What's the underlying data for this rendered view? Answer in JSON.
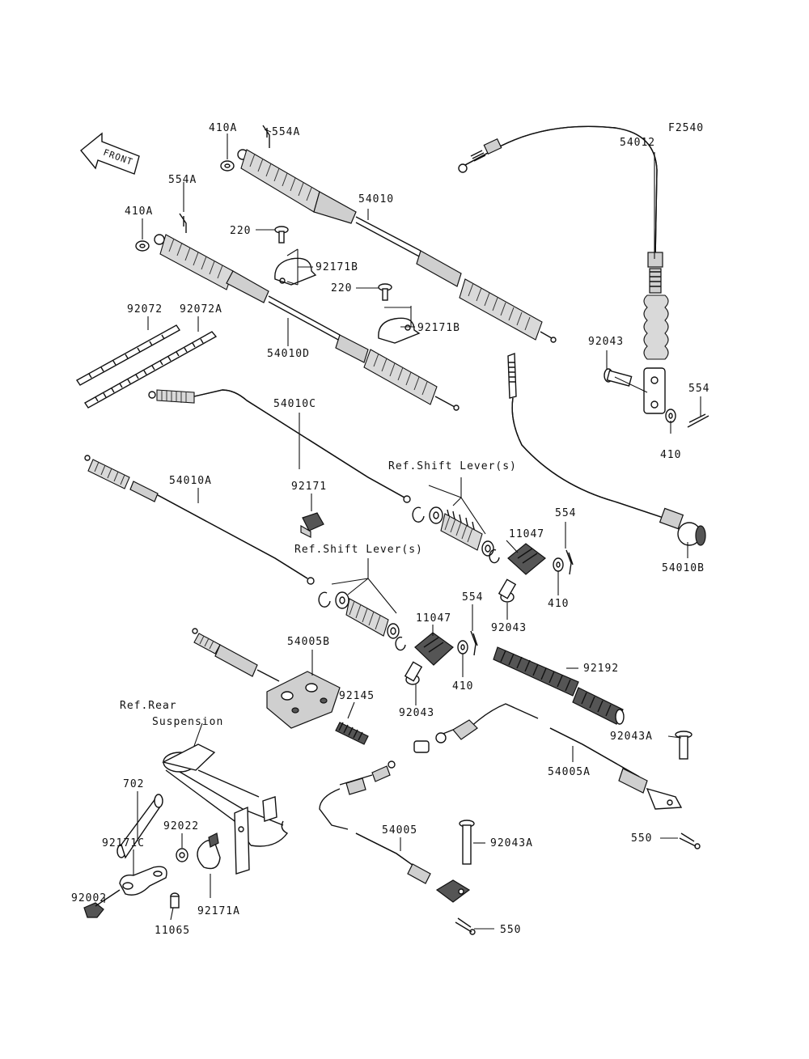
{
  "figure_code": "F2540",
  "front_label": "FRONT",
  "parts": {
    "p54012": "54012",
    "p410A_top": "410A",
    "p554A_top": "554A",
    "p554A_left": "554A",
    "p410A_left": "410A",
    "p54010": "54010",
    "p220_a": "220",
    "p92171B_a": "92171B",
    "p220_b": "220",
    "p92171B_b": "92171B",
    "p92072": "92072",
    "p92072A": "92072A",
    "p54010D": "54010D",
    "p92043_right": "92043",
    "p554_right": "554",
    "p410_right": "410",
    "p54010C": "54010C",
    "ref_shift_1": "Ref.Shift Lever(s)",
    "p54010A": "54010A",
    "p92171": "92171",
    "p554_mid": "554",
    "p11047_a": "11047",
    "ref_shift_2": "Ref.Shift Lever(s)",
    "p410_mid": "410",
    "p54010B": "54010B",
    "p92043_mid": "92043",
    "p554_low": "554",
    "p11047_b": "11047",
    "p54005B": "54005B",
    "p410_low": "410",
    "p92192": "92192",
    "p92145": "92145",
    "p92043_low": "92043",
    "ref_rear_1": "Ref.Rear",
    "ref_rear_2": "Suspension",
    "p92043A_a": "92043A",
    "p54005A": "54005A",
    "p702": "702",
    "p54005": "54005",
    "p92043A_b": "92043A",
    "p550_a": "550",
    "p92022": "92022",
    "p92171C": "92171C",
    "p92002": "92002",
    "p92171A": "92171A",
    "p11065": "11065",
    "p550_b": "550"
  }
}
